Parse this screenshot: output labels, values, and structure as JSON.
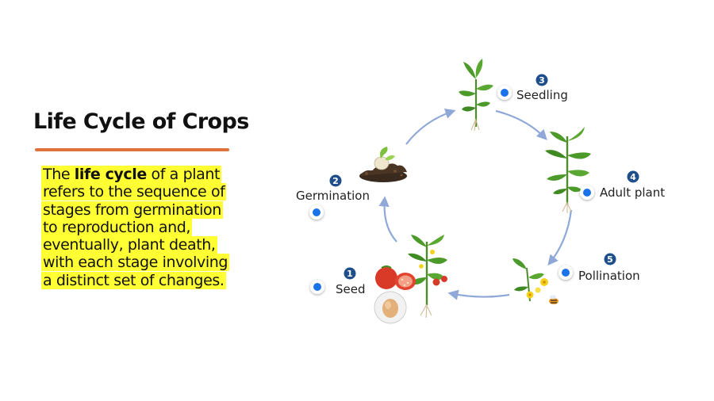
{
  "title": "Life Cycle of Crops",
  "description": {
    "before": "The ",
    "bold": "life cycle",
    "after": " of a plant refers to the sequence of stages from germination to reproduction and, eventually, plant death, with each stage involving a distinct set of changes."
  },
  "stages": [
    {
      "number": "1",
      "label": "Seed"
    },
    {
      "number": "2",
      "label": "Germination"
    },
    {
      "number": "3",
      "label": "Seedling"
    },
    {
      "number": "4",
      "label": "Adult plant"
    },
    {
      "number": "5",
      "label": "Pollination"
    }
  ],
  "colors": {
    "accent_underline": "#e0733d",
    "highlight": "#ffff33",
    "stage_dot": "#1a73e8",
    "stage_number_badge": "#1f4f8b",
    "cycle_arrow": "#8fa8d8"
  }
}
